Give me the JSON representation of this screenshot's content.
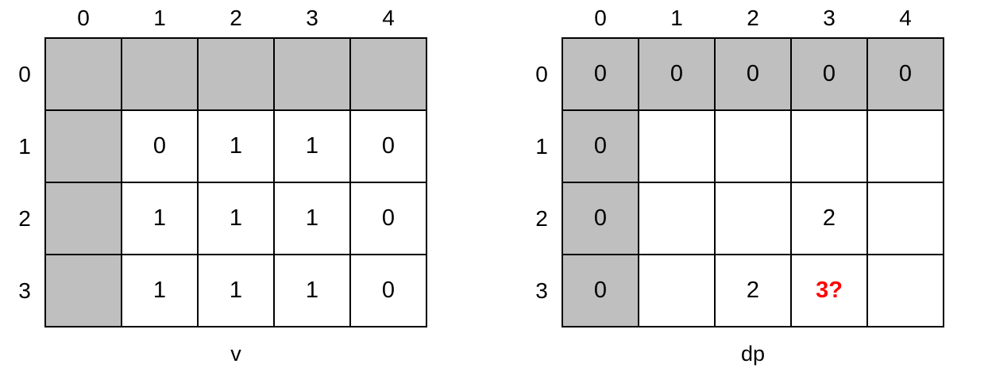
{
  "colors": {
    "shaded_cell": "#BFBFBF",
    "grid_border": "#000000",
    "text": "#000000",
    "highlight_text": "#FF0000",
    "background": "#FFFFFF"
  },
  "tables": [
    {
      "name": "v-table",
      "caption": "v",
      "col_headers": [
        "0",
        "1",
        "2",
        "3",
        "4"
      ],
      "row_headers": [
        "0",
        "1",
        "2",
        "3"
      ],
      "rows": [
        [
          {
            "text": "",
            "shaded": true
          },
          {
            "text": "",
            "shaded": true
          },
          {
            "text": "",
            "shaded": true
          },
          {
            "text": "",
            "shaded": true
          },
          {
            "text": "",
            "shaded": true
          }
        ],
        [
          {
            "text": "",
            "shaded": true
          },
          {
            "text": "0",
            "shaded": false
          },
          {
            "text": "1",
            "shaded": false
          },
          {
            "text": "1",
            "shaded": false
          },
          {
            "text": "0",
            "shaded": false
          }
        ],
        [
          {
            "text": "",
            "shaded": true
          },
          {
            "text": "1",
            "shaded": false
          },
          {
            "text": "1",
            "shaded": false
          },
          {
            "text": "1",
            "shaded": false
          },
          {
            "text": "0",
            "shaded": false
          }
        ],
        [
          {
            "text": "",
            "shaded": true
          },
          {
            "text": "1",
            "shaded": false
          },
          {
            "text": "1",
            "shaded": false
          },
          {
            "text": "1",
            "shaded": false
          },
          {
            "text": "0",
            "shaded": false
          }
        ]
      ]
    },
    {
      "name": "dp-table",
      "caption": "dp",
      "col_headers": [
        "0",
        "1",
        "2",
        "3",
        "4"
      ],
      "row_headers": [
        "0",
        "1",
        "2",
        "3"
      ],
      "rows": [
        [
          {
            "text": "0",
            "shaded": true
          },
          {
            "text": "0",
            "shaded": true
          },
          {
            "text": "0",
            "shaded": true
          },
          {
            "text": "0",
            "shaded": true
          },
          {
            "text": "0",
            "shaded": true
          }
        ],
        [
          {
            "text": "0",
            "shaded": true
          },
          {
            "text": "",
            "shaded": false
          },
          {
            "text": "",
            "shaded": false
          },
          {
            "text": "",
            "shaded": false
          },
          {
            "text": "",
            "shaded": false
          }
        ],
        [
          {
            "text": "0",
            "shaded": true
          },
          {
            "text": "",
            "shaded": false
          },
          {
            "text": "",
            "shaded": false
          },
          {
            "text": "2",
            "shaded": false
          },
          {
            "text": "",
            "shaded": false
          }
        ],
        [
          {
            "text": "0",
            "shaded": true
          },
          {
            "text": "",
            "shaded": false
          },
          {
            "text": "2",
            "shaded": false
          },
          {
            "text": "3?",
            "shaded": false,
            "highlight": true
          },
          {
            "text": "",
            "shaded": false
          }
        ]
      ]
    }
  ]
}
